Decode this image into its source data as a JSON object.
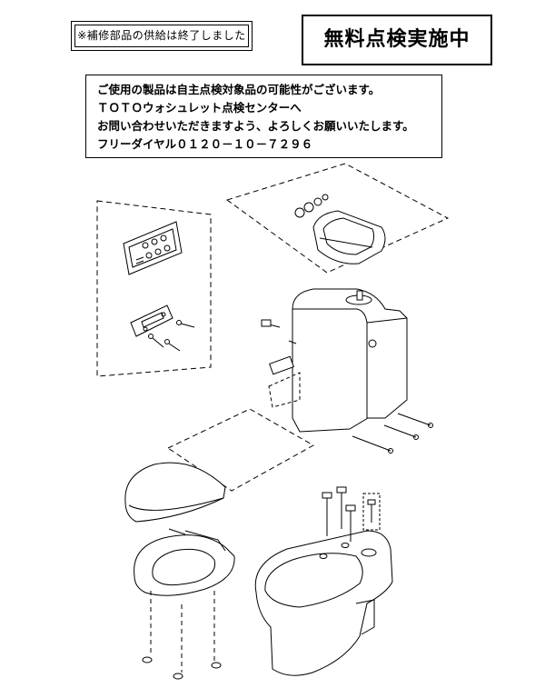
{
  "notice": {
    "discontinued": "※補修部品の供給は終了しました",
    "free_inspection": "無料点検実施中"
  },
  "info": {
    "lines": [
      "ご使用の製品は自主点検対象品の可能性がございます。",
      "ＴＯＴＯウォシュレット点検センターへ",
      "お問い合わせいただきますよう、よろしくお願いいたします。",
      "フリーダイヤル０１２０－１０－７２９６"
    ]
  }
}
